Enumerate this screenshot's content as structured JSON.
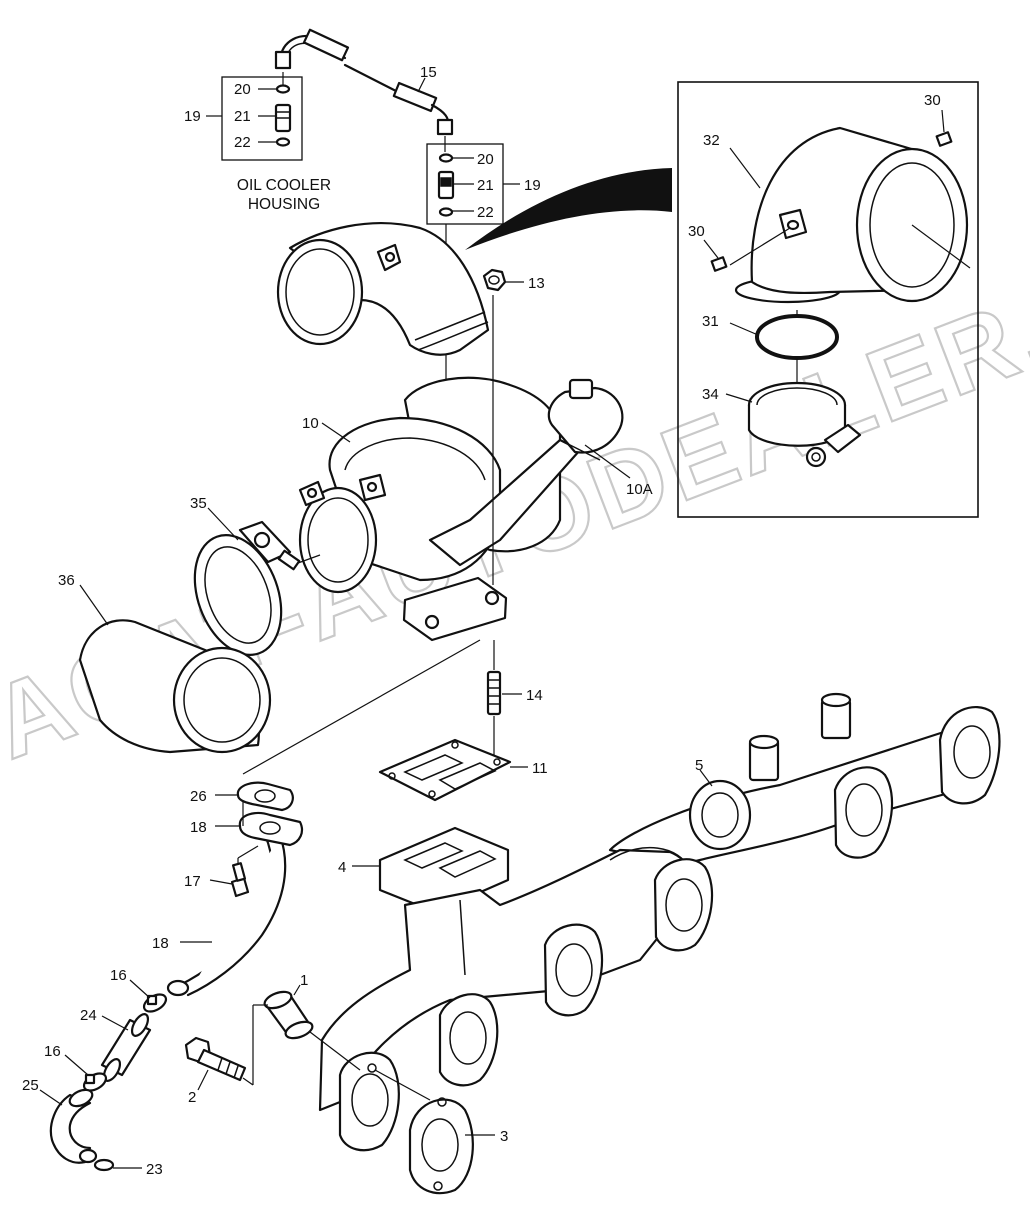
{
  "watermark": "ACAT-AUTODEALER.RU",
  "note": {
    "line1": "OIL COOLER",
    "line2": "HOUSING"
  },
  "labels": [
    {
      "id": "l-30a",
      "text": "30"
    },
    {
      "id": "l-32",
      "text": "32"
    },
    {
      "id": "l-30b",
      "text": "30"
    },
    {
      "id": "l-31",
      "text": "31"
    },
    {
      "id": "l-34",
      "text": "34"
    },
    {
      "id": "l-15",
      "text": "15"
    },
    {
      "id": "l-20a",
      "text": "20"
    },
    {
      "id": "l-21a",
      "text": "21"
    },
    {
      "id": "l-22a",
      "text": "22"
    },
    {
      "id": "l-19a",
      "text": "19"
    },
    {
      "id": "l-20b",
      "text": "20"
    },
    {
      "id": "l-21b",
      "text": "21"
    },
    {
      "id": "l-22b",
      "text": "22"
    },
    {
      "id": "l-19b",
      "text": "19"
    },
    {
      "id": "l-13",
      "text": "13"
    },
    {
      "id": "l-10",
      "text": "10"
    },
    {
      "id": "l-10a",
      "text": "10A"
    },
    {
      "id": "l-35",
      "text": "35"
    },
    {
      "id": "l-36",
      "text": "36"
    },
    {
      "id": "l-14",
      "text": "14"
    },
    {
      "id": "l-11",
      "text": "11"
    },
    {
      "id": "l-5",
      "text": "5"
    },
    {
      "id": "l-4",
      "text": "4"
    },
    {
      "id": "l-26",
      "text": "26"
    },
    {
      "id": "l-18a",
      "text": "18"
    },
    {
      "id": "l-17",
      "text": "17"
    },
    {
      "id": "l-18b",
      "text": "18"
    },
    {
      "id": "l-16a",
      "text": "16"
    },
    {
      "id": "l-24",
      "text": "24"
    },
    {
      "id": "l-16b",
      "text": "16"
    },
    {
      "id": "l-25",
      "text": "25"
    },
    {
      "id": "l-23",
      "text": "23"
    },
    {
      "id": "l-1",
      "text": "1"
    },
    {
      "id": "l-2",
      "text": "2"
    },
    {
      "id": "l-3",
      "text": "3"
    }
  ]
}
